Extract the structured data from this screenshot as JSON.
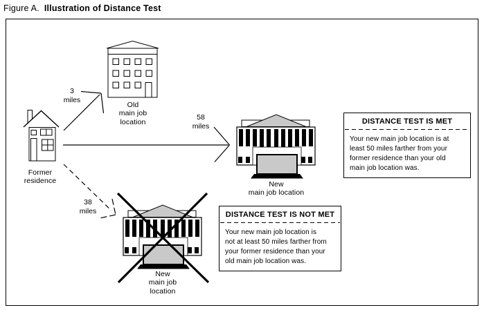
{
  "figure": {
    "label": "Figure A.",
    "title": "Illustration of Distance Test"
  },
  "locations": {
    "former_residence": "Former\nresidence",
    "old_job": "Old\nmain job\nlocation",
    "new_job_far": "New\nmain job location",
    "new_job_near": "New\nmain job\nlocation"
  },
  "distances": {
    "to_old_job": "3\nmiles",
    "to_new_job_far": "58\nmiles",
    "to_new_job_near": "38\nmiles"
  },
  "callouts": {
    "met": {
      "heading": "DISTANCE TEST IS MET",
      "body": "Your new main job location is at\nleast 50 miles farther from your\nformer residence than your old\nmain job location was."
    },
    "not_met": {
      "heading": "DISTANCE TEST IS NOT MET",
      "body": "Your new main job location is\nnot at least 50 miles farther from\nyour former residence than your\nold main job location was."
    }
  },
  "colors": {
    "ink": "#000000",
    "gray_fill": "#c9c9c9",
    "paper": "#ffffff"
  }
}
